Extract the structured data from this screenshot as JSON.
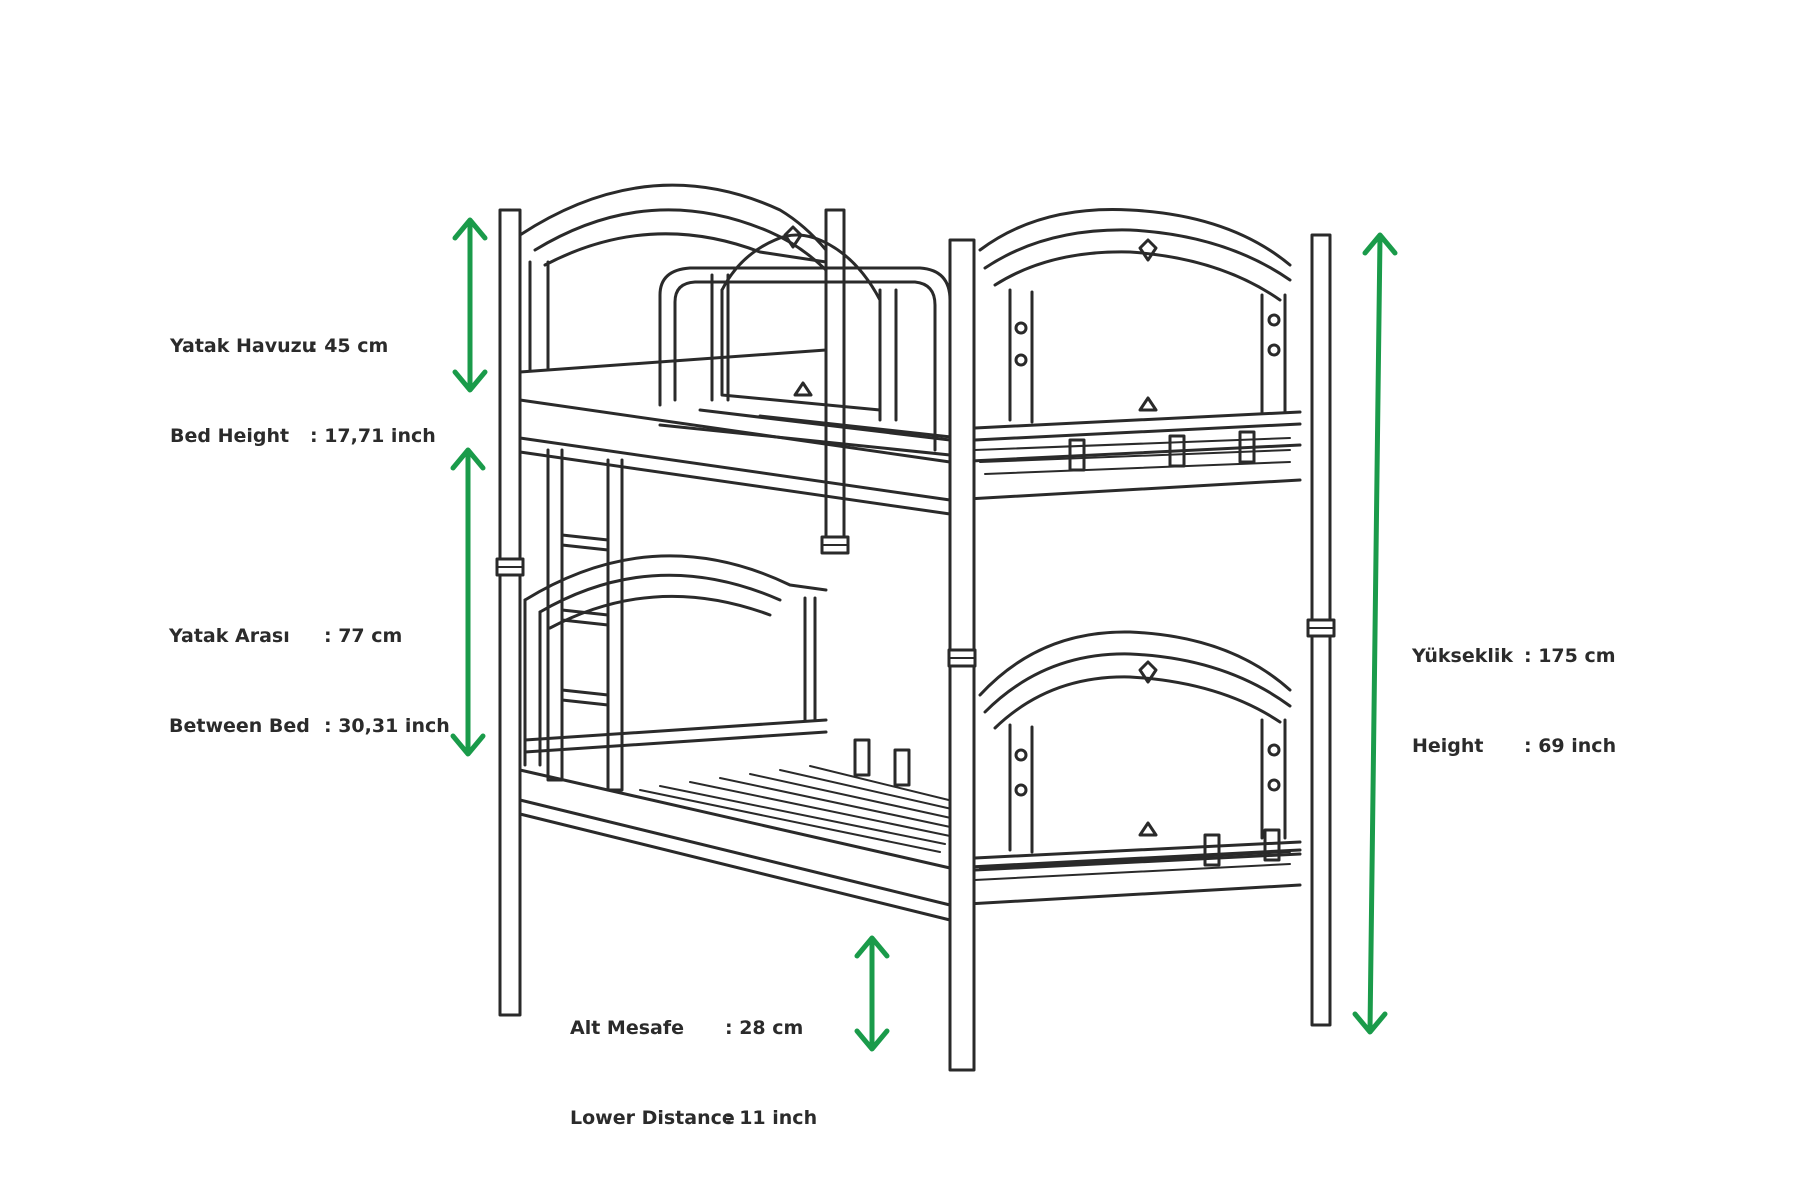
{
  "colors": {
    "arrow": "#1a9b4a",
    "line": "#2a2a2a",
    "text": "#2b2b2b",
    "background": "#ffffff"
  },
  "dimensions": {
    "bed_height": {
      "tr_label": "Yatak Havuzu",
      "tr_value": ": 45 cm",
      "en_label": "Bed Height",
      "en_value": ": 17,71 inch"
    },
    "between_bed": {
      "tr_label": "Yatak Arası",
      "tr_value": ": 77 cm",
      "en_label": "Between Bed",
      "en_value": ": 30,31 inch"
    },
    "lower_distance": {
      "tr_label": "Alt Mesafe",
      "tr_value": ": 28 cm",
      "en_label": "Lower Distance",
      "en_value": ": 11 inch"
    },
    "total_height": {
      "tr_label": "Yükseklik",
      "tr_value": ": 175 cm",
      "en_label": "Height",
      "en_value": ": 69 inch"
    }
  }
}
